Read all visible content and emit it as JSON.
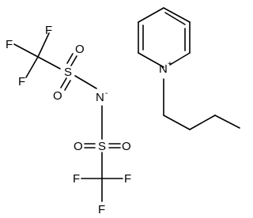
{
  "molecule": {
    "atoms": [
      {
        "id": "N1",
        "symbol": "N",
        "charge": "+"
      },
      {
        "id": "N2",
        "symbol": "N",
        "charge": "-"
      },
      {
        "id": "S1",
        "symbol": "S"
      },
      {
        "id": "S2",
        "symbol": "S"
      },
      {
        "id": "O1",
        "symbol": "O"
      },
      {
        "id": "O2",
        "symbol": "O"
      },
      {
        "id": "O3",
        "symbol": "O"
      },
      {
        "id": "O4",
        "symbol": "O"
      },
      {
        "id": "F1",
        "symbol": "F"
      },
      {
        "id": "F2",
        "symbol": "F"
      },
      {
        "id": "F3",
        "symbol": "F"
      },
      {
        "id": "F4",
        "symbol": "F"
      },
      {
        "id": "F5",
        "symbol": "F"
      },
      {
        "id": "F6",
        "symbol": "F"
      }
    ]
  }
}
